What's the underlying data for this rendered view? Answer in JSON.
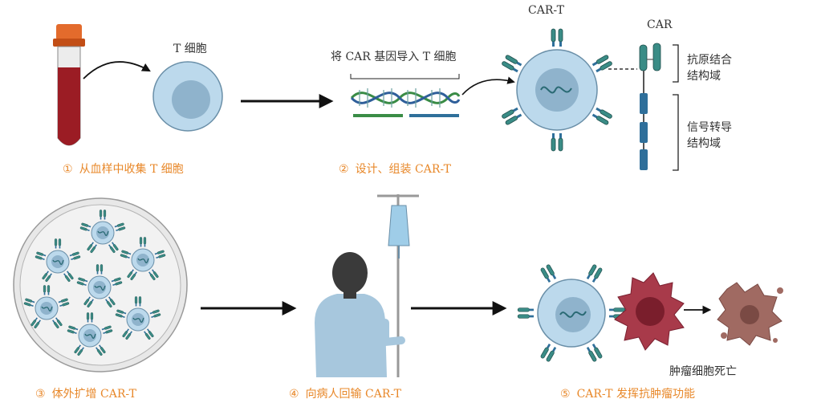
{
  "labels": {
    "t_cell": "T 细胞",
    "import_car": "将 CAR 基因导入 T 细胞",
    "car_t": "CAR-T",
    "car": "CAR",
    "antigen_domain_1": "抗原结合",
    "antigen_domain_2": "结构域",
    "signal_domain_1": "信号转导",
    "signal_domain_2": "结构域",
    "tumor_death": "肿瘤细胞死亡"
  },
  "steps": [
    {
      "num": "①",
      "text": "从血样中收集 T 细胞"
    },
    {
      "num": "②",
      "text": "设计、组装 CAR-T"
    },
    {
      "num": "③",
      "text": "体外扩增 CAR-T"
    },
    {
      "num": "④",
      "text": "向病人回输 CAR-T"
    },
    {
      "num": "⑤",
      "text": "CAR-T 发挥抗肿瘤功能"
    }
  ],
  "colors": {
    "step_text": "#e8882a",
    "cell_fill": "#bcd9ec",
    "nucleus": "#8fb3cc",
    "receptor_teal": "#3a8c86",
    "receptor_dark": "#2f6f9a",
    "blood": "#9b1c24",
    "tumor": "#a83a4a",
    "dead_tumor": "#a06a62"
  }
}
